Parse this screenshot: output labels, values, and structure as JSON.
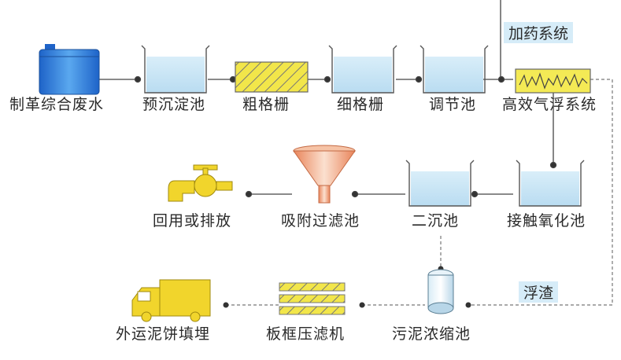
{
  "stages": {
    "raw_wastewater": "制革综合废水",
    "pre_settling": "预沉淀池",
    "coarse_screen": "粗格栅",
    "fine_screen": "细格栅",
    "equalization": "调节池",
    "air_flotation": "高效气浮系统",
    "contact_oxidation": "接触氧化池",
    "secondary_clarifier": "二沉池",
    "adsorption_filter": "吸附过滤池",
    "reuse_or_discharge": "回用或排放",
    "sludge_thickener": "污泥浓缩池",
    "filter_press": "板框压滤机",
    "cake_disposal": "外运泥饼填埋"
  },
  "tags": {
    "dosing": "加药系统",
    "scum": "浮渣"
  },
  "colors": {
    "water": "#cfe8f7",
    "tank_outline": "#555555",
    "screen_fill": "#f2e64a",
    "line": "#444444",
    "dashed_line": "#888888",
    "tag_bg": "#d6ecf8"
  }
}
